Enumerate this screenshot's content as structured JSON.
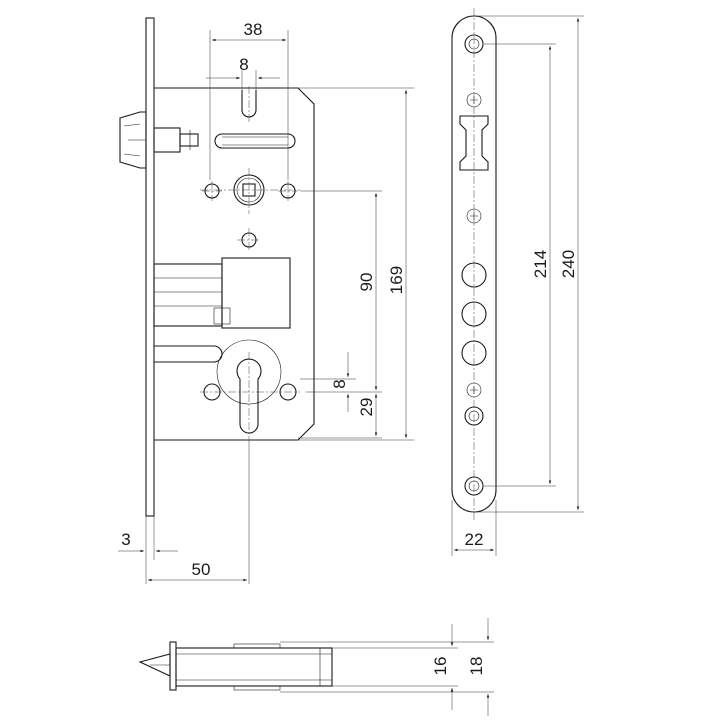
{
  "dimensions": {
    "backset_width": "38",
    "top_slot_width": "8",
    "body_height": "169",
    "handle_to_cylinder": "90",
    "cylinder_slot": "8",
    "cylinder_below": "29",
    "faceplate_thickness": "3",
    "backset": "50",
    "faceplate_hole_spacing": "214",
    "faceplate_length": "240",
    "faceplate_width": "22",
    "case_depth": "16",
    "faceplate_depth": "18"
  }
}
